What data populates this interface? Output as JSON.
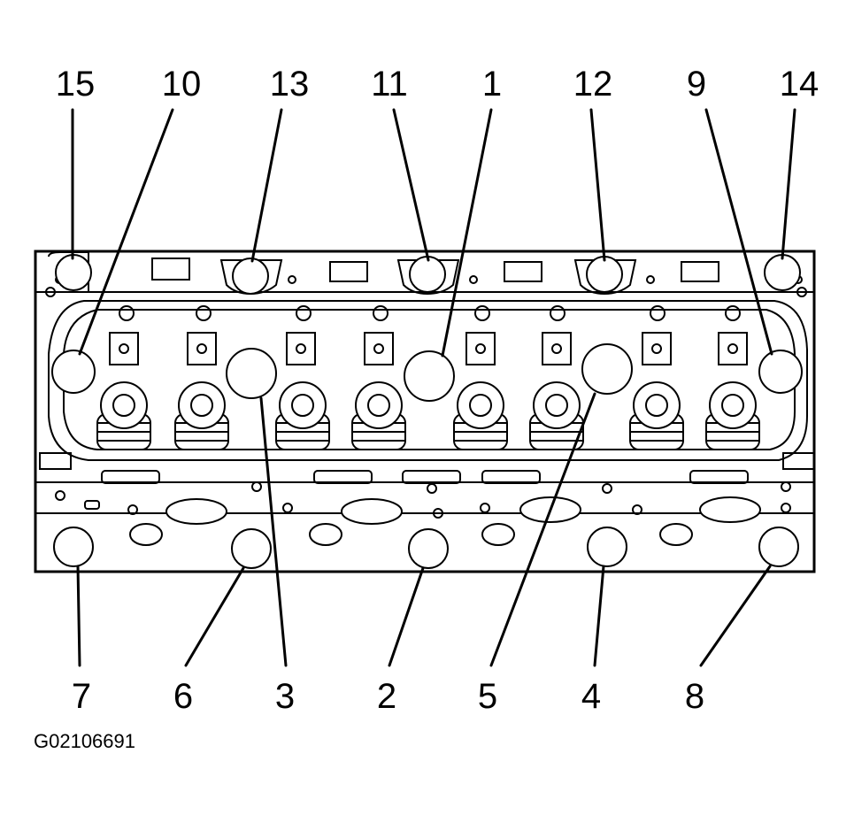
{
  "figure_code": "G02106691",
  "callouts": {
    "top": [
      "15",
      "10",
      "13",
      "11",
      "1",
      "12",
      "9",
      "14"
    ],
    "bottom": [
      "7",
      "6",
      "3",
      "2",
      "5",
      "4",
      "8"
    ]
  },
  "bolts": [
    "1",
    "2",
    "3",
    "4",
    "5",
    "6",
    "7",
    "8",
    "9",
    "10",
    "11",
    "12",
    "13",
    "14",
    "15"
  ]
}
